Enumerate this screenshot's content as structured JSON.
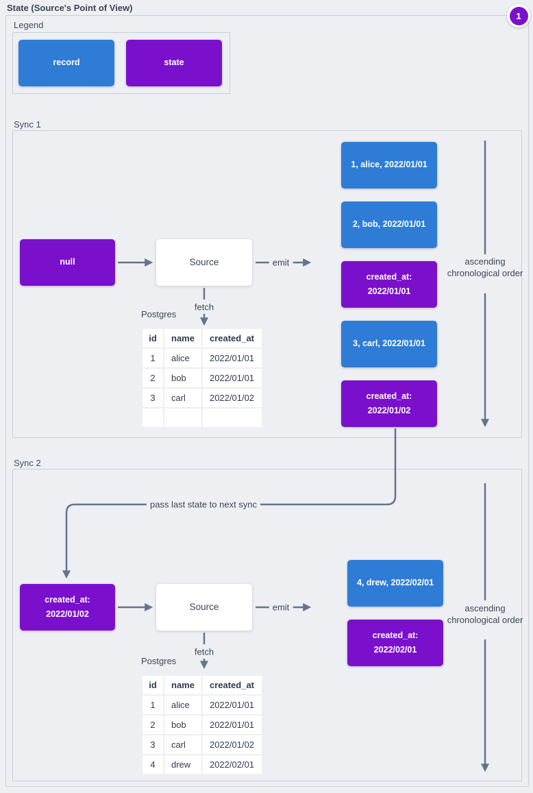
{
  "title": "State (Source's Point of View)",
  "badge": "1",
  "colors": {
    "record": "#2e7cd6",
    "state": "#7b10cc",
    "badge": "#7b10cc",
    "arrow": "#64748b",
    "frame_border": "#c7ced9",
    "background": "#edeff3"
  },
  "legend": {
    "label": "Legend",
    "record_label": "record",
    "state_label": "state"
  },
  "connector": {
    "label": "pass last state to next sync"
  },
  "sync1": {
    "label": "Sync 1",
    "input_state": "null",
    "source_label": "Source",
    "emit_label": "emit",
    "fetch_label": "fetch",
    "postgres_label": "Postgres",
    "order_label": "ascending chronological order",
    "outputs": [
      {
        "type": "record",
        "text": "1, alice, 2022/01/01"
      },
      {
        "type": "record",
        "text": "2, bob, 2022/01/01"
      },
      {
        "type": "state",
        "line1": "created_at:",
        "line2": "2022/01/01"
      },
      {
        "type": "record",
        "text": "3, carl, 2022/01/01"
      },
      {
        "type": "state",
        "line1": "created_at:",
        "line2": "2022/01/02"
      }
    ],
    "table": {
      "headers": [
        "id",
        "name",
        "created_at"
      ],
      "rows": [
        [
          "1",
          "alice",
          "2022/01/01"
        ],
        [
          "2",
          "bob",
          "2022/01/01"
        ],
        [
          "3",
          "carl",
          "2022/01/02"
        ],
        [
          "",
          "",
          ""
        ]
      ]
    }
  },
  "sync2": {
    "label": "Sync 2",
    "input_state": {
      "line1": "created_at:",
      "line2": "2022/01/02"
    },
    "source_label": "Source",
    "emit_label": "emit",
    "fetch_label": "fetch",
    "postgres_label": "Postgres",
    "order_label": "ascending chronological order",
    "outputs": [
      {
        "type": "record",
        "text": "4, drew, 2022/02/01"
      },
      {
        "type": "state",
        "line1": "created_at:",
        "line2": "2022/02/01"
      }
    ],
    "table": {
      "headers": [
        "id",
        "name",
        "created_at"
      ],
      "rows": [
        [
          "1",
          "alice",
          "2022/01/01"
        ],
        [
          "2",
          "bob",
          "2022/01/01"
        ],
        [
          "3",
          "carl",
          "2022/01/02"
        ],
        [
          "4",
          "drew",
          "2022/02/01"
        ]
      ]
    }
  }
}
